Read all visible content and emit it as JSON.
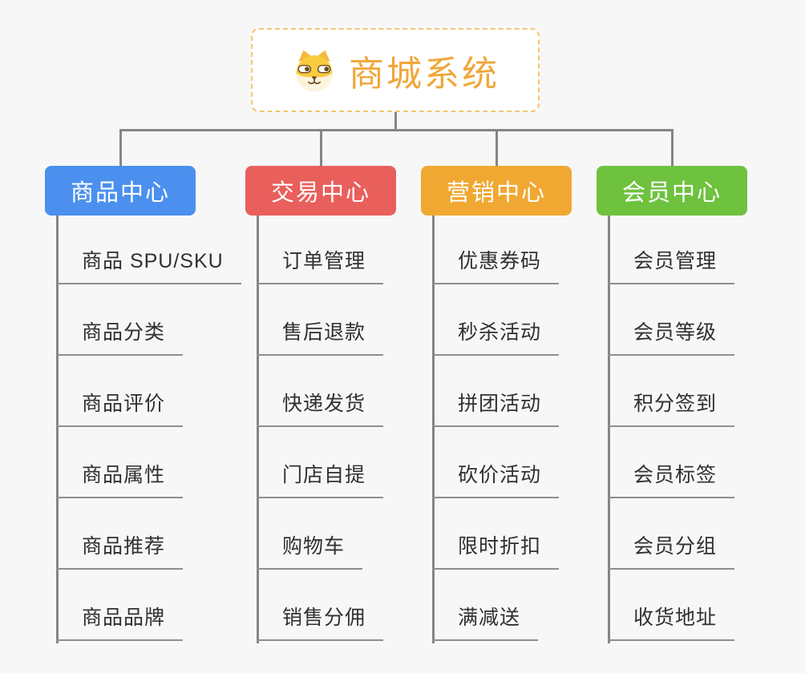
{
  "page": {
    "background_color": "#f7f7f7",
    "connector_color": "#858585"
  },
  "root": {
    "title": "商城系统",
    "icon": "shiba-dog-icon",
    "text_color": "#f0a73a",
    "border_color": "#f6c56f"
  },
  "branches": [
    {
      "label": "商品中心",
      "color": "#4b90ee",
      "items": [
        "商品 SPU/SKU",
        "商品分类",
        "商品评价",
        "商品属性",
        "商品推荐",
        "商品品牌"
      ]
    },
    {
      "label": "交易中心",
      "color": "#e95f5c",
      "items": [
        "订单管理",
        "售后退款",
        "快递发货",
        "门店自提",
        "购物车",
        "销售分佣"
      ]
    },
    {
      "label": "营销中心",
      "color": "#f0a832",
      "items": [
        "优惠券码",
        "秒杀活动",
        "拼团活动",
        "砍价活动",
        "限时折扣",
        "满减送"
      ]
    },
    {
      "label": "会员中心",
      "color": "#6ec23e",
      "items": [
        "会员管理",
        "会员等级",
        "积分签到",
        "会员标签",
        "会员分组",
        "收货地址"
      ]
    }
  ]
}
